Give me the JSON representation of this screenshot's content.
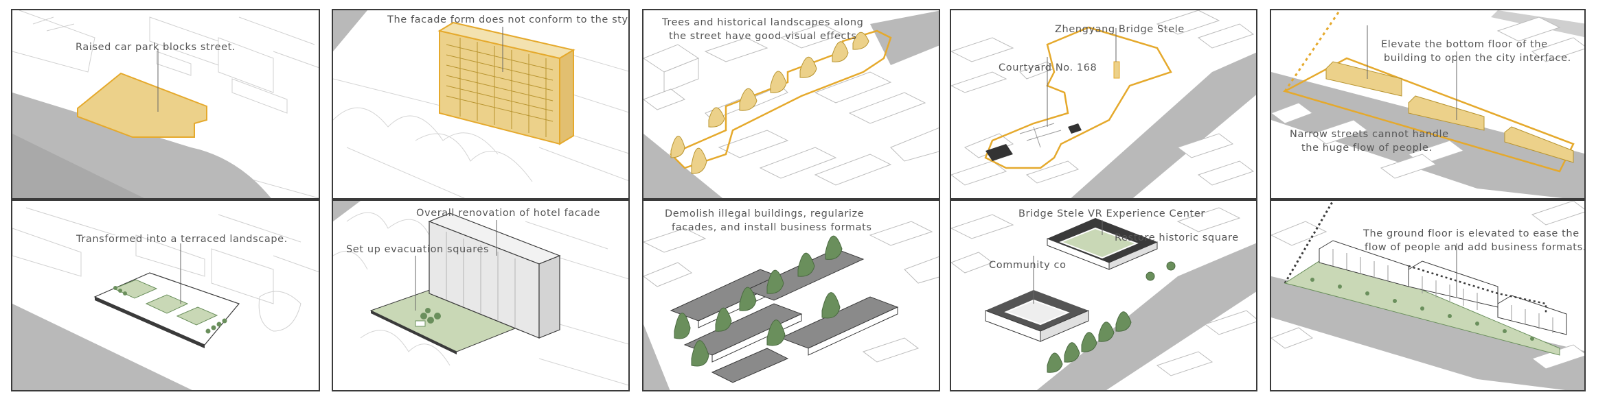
{
  "panels": {
    "p1": {
      "label": "Raised car park blocks street."
    },
    "p2": {
      "label": "The facade form does not conform to the style."
    },
    "p3": {
      "line1": "Trees and historical landscapes along",
      "line2": "the street have good visual effects"
    },
    "p4": {
      "label_a": "Zhengyang Bridge Stele",
      "label_b": "Courtyard No. 168"
    },
    "p5": {
      "line1": "Elevate the bottom floor of the",
      "line2": "building to open the city interface.",
      "line3": "Narrow streets cannot handle",
      "line4": "the huge flow of people."
    },
    "p6": {
      "label": "Transformed into a terraced landscape."
    },
    "p7": {
      "label_a": "Overall renovation of hotel facade",
      "label_b": "Set up evacuation squares"
    },
    "p8": {
      "line1": "Demolish illegal buildings, regularize",
      "line2": "facades, and install business formats"
    },
    "p9": {
      "label_a": "Bridge Stele VR Experience Center",
      "label_b": "Restore historic square",
      "label_c": "Community co"
    },
    "p10": {
      "line1": "The ground floor is elevated to ease the",
      "line2": "flow of people and add business formats."
    }
  },
  "colors": {
    "road": "#b9b9b9",
    "highlight_fill": "#ecd18a",
    "highlight_stroke": "#e5a92c",
    "green": "#6a8f5c",
    "light_green": "#c9d8b6",
    "grey_roof": "#555555"
  }
}
